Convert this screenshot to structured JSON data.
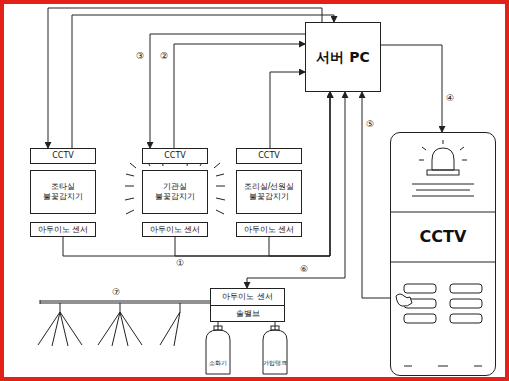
{
  "diagram": {
    "nodes": [
      {
        "text": [
          "CCTV"
        ]
      },
      {
        "text": [
          "CCTV"
        ]
      },
      {
        "text": [
          "CCTV"
        ]
      },
      {
        "text": [
          "서버 PC"
        ]
      },
      {
        "text": [
          "조타실 불꽃감지기"
        ]
      },
      {
        "text": [
          "아두이노 센서"
        ]
      },
      {
        "text": [
          "기관실 불꽃감지기"
        ]
      },
      {
        "text": [
          "아두이노 센서"
        ]
      },
      {
        "text": [
          "조리실/선원실 불꽃감지기"
        ]
      },
      {
        "text": [
          "아두이노 센서"
        ]
      },
      {
        "text": [
          "CCTV"
        ]
      },
      {
        "text": [
          "아두이노 센서",
          "솔밸브"
        ]
      }
    ],
    "edges": [
      {
        "from": 3,
        "to": 0,
        "arrow": "to"
      },
      {
        "from": 0,
        "to": 3,
        "arrow": "to"
      },
      {
        "from": 3,
        "to": 1,
        "arrow": "to"
      },
      {
        "from": 1,
        "to": 3,
        "arrow": "to"
      },
      {
        "from": 2,
        "to": 3,
        "arrow": "to"
      },
      {
        "from": 5,
        "to": 3,
        "arrow": "to"
      },
      {
        "from": 7,
        "to": 3,
        "arrow": "to"
      },
      {
        "from": 9,
        "to": 3,
        "arrow": "to"
      },
      {
        "from": 3,
        "to": 10,
        "arrow": "to"
      },
      {
        "from": 10,
        "to": 3,
        "arrow": "to"
      },
      {
        "from": 3,
        "to": 11,
        "arrow": "both"
      }
    ],
    "labels": [
      "①",
      "②",
      "③",
      "④",
      "⑤",
      "⑥",
      "⑦",
      "소화기",
      "가압탱크"
    ]
  }
}
